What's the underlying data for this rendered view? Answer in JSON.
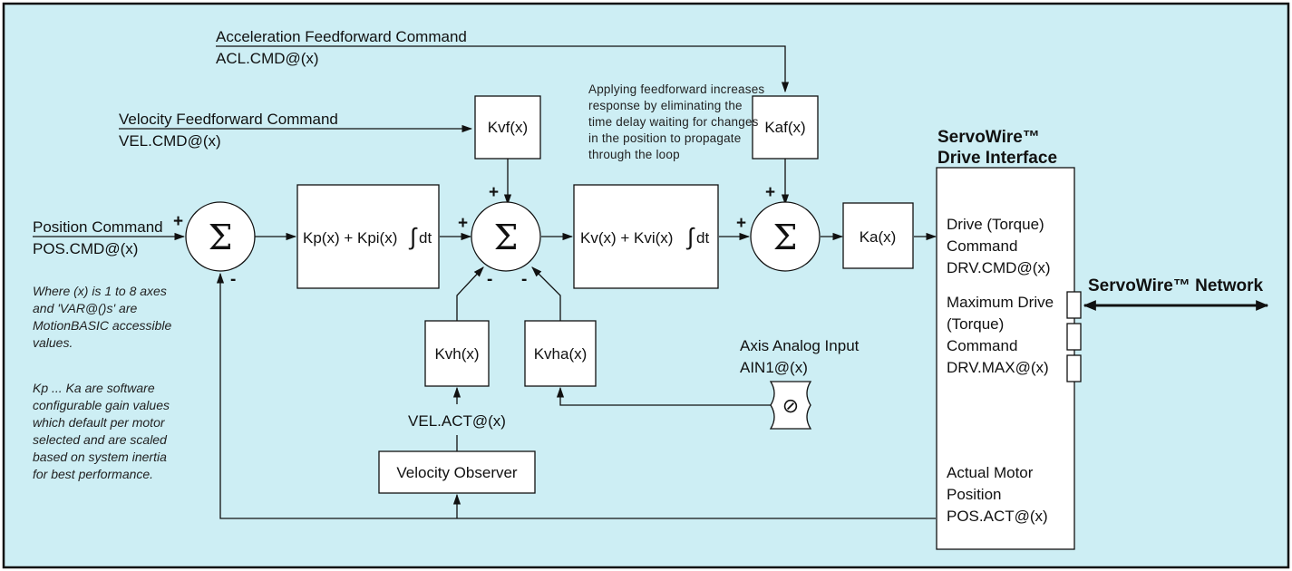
{
  "inputs": {
    "acceleration": {
      "title": "Acceleration Feedforward Command",
      "var": "ACL.CMD@(x)"
    },
    "velocity": {
      "title": "Velocity Feedforward Command",
      "var": "VEL.CMD@(x)"
    },
    "position": {
      "title": "Position Command",
      "var": "POS.CMD@(x)"
    }
  },
  "blocks": {
    "kvf": "Kvf(x)",
    "kaf": "Kaf(x)",
    "kp_left": "Kp(x) + Kpi(x)",
    "kp_right": "dt",
    "kv_left": "Kv(x) + Kvi(x)",
    "kv_right": "dt",
    "ka": "Ka(x)",
    "kvh": "Kvh(x)",
    "kvha": "Kvha(x)",
    "observer": "Velocity Observer"
  },
  "integral_symbol": "∫",
  "sum_symbol": "Σ",
  "signs": {
    "plus": "+",
    "minus": "-"
  },
  "signals": {
    "vel_act": "VEL.ACT@(x)",
    "analog_title": "Axis Analog Input",
    "analog_var": "AIN1@(x)"
  },
  "analog_symbol": "⊘",
  "feedforward_note": [
    "Applying feedforward increases",
    "response by eliminating the",
    "time delay waiting for changes",
    "in the position to propagate",
    "through the loop"
  ],
  "side_notes": [
    "Where (x) is 1 to 8 axes",
    "and 'VAR@()s' are",
    "MotionBASIC accessible",
    "values.",
    "",
    "Kp ... Ka are software",
    "configurable gain values",
    "which default per motor",
    "selected and are scaled",
    "based on system inertia",
    "for best performance."
  ],
  "drive": {
    "title_line1": "ServoWire™",
    "title_line2": "Drive Interface",
    "cmd_lines": [
      "Drive (Torque)",
      "Command",
      "DRV.CMD@(x)"
    ],
    "max_lines": [
      "Maximum Drive",
      "(Torque)",
      "Command",
      "DRV.MAX@(x)"
    ],
    "act_lines": [
      "Actual Motor",
      "Position",
      "POS.ACT@(x)"
    ]
  },
  "network_label": "ServoWire™ Network",
  "colors": {
    "background": "#cdeef4",
    "frame": "#111111",
    "box_fill": "#ffffff"
  }
}
